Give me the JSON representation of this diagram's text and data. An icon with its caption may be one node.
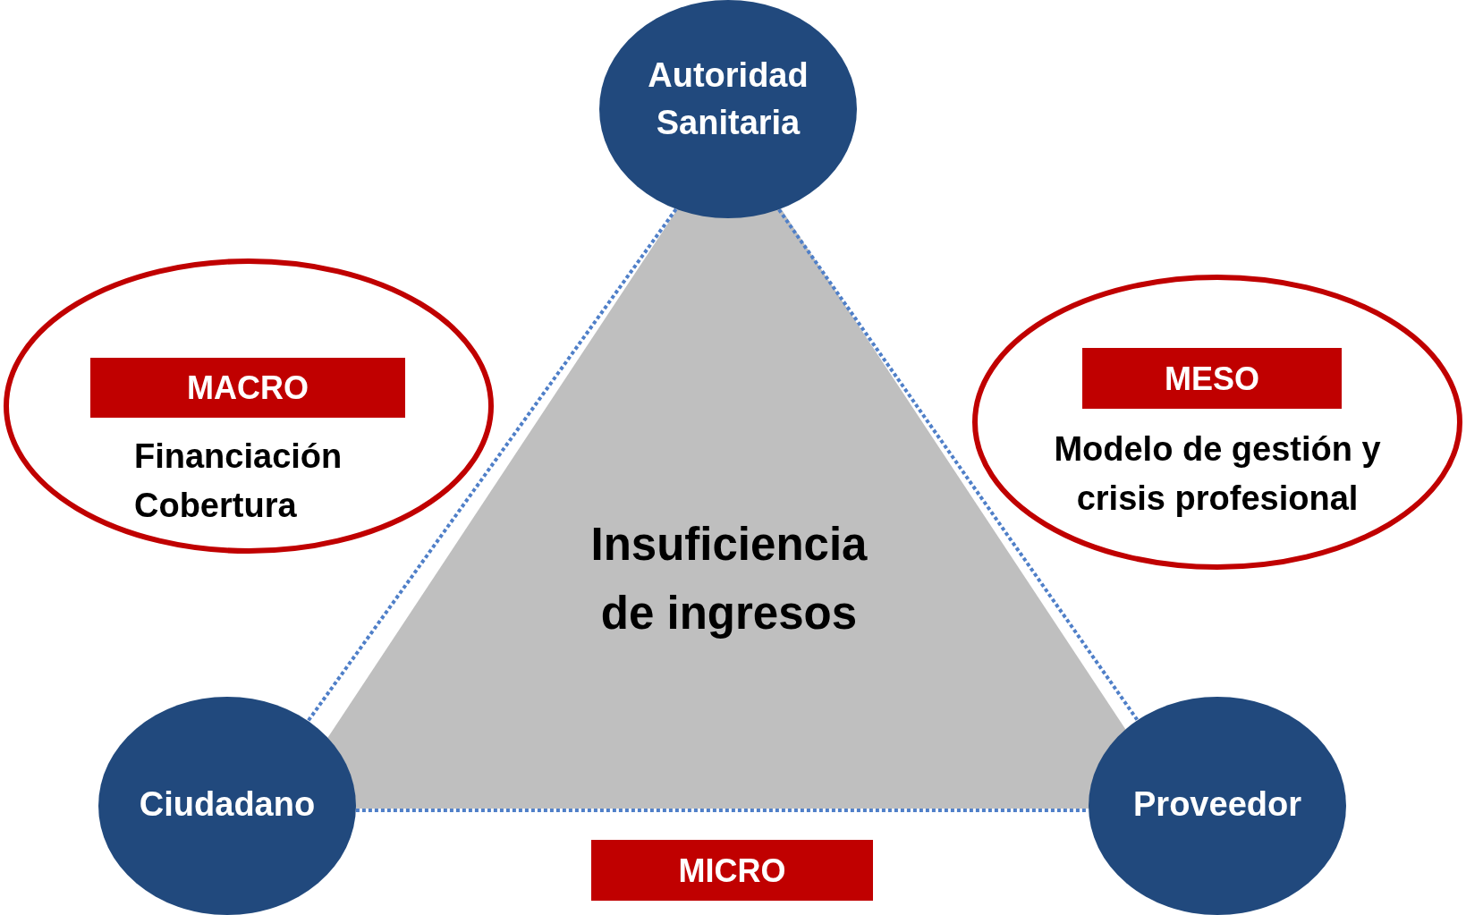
{
  "diagram": {
    "nodes": [
      {
        "text": [
          "Autoridad Sanitaria"
        ]
      },
      {
        "text": [
          "Financiación Cobertura"
        ]
      },
      {
        "text": [
          "MACRO"
        ],
        "in": 1
      },
      {
        "text": [
          "Modelo de gestión y crisis profesional"
        ]
      },
      {
        "text": [
          "MESO"
        ],
        "in": 3
      },
      {
        "text": [
          "Insuficiencia de ingresos"
        ]
      },
      {
        "text": [
          "Ciudadano"
        ]
      },
      {
        "text": [
          "Proveedor"
        ]
      },
      {
        "text": [
          "MICRO"
        ]
      }
    ],
    "edges": [
      {
        "from": 0,
        "to": 6,
        "arrow": "none",
        "style": "dashed"
      },
      {
        "from": 0,
        "to": 7,
        "arrow": "none",
        "style": "dashed"
      },
      {
        "from": 6,
        "to": 7,
        "arrow": "none",
        "style": "dashed"
      }
    ]
  }
}
